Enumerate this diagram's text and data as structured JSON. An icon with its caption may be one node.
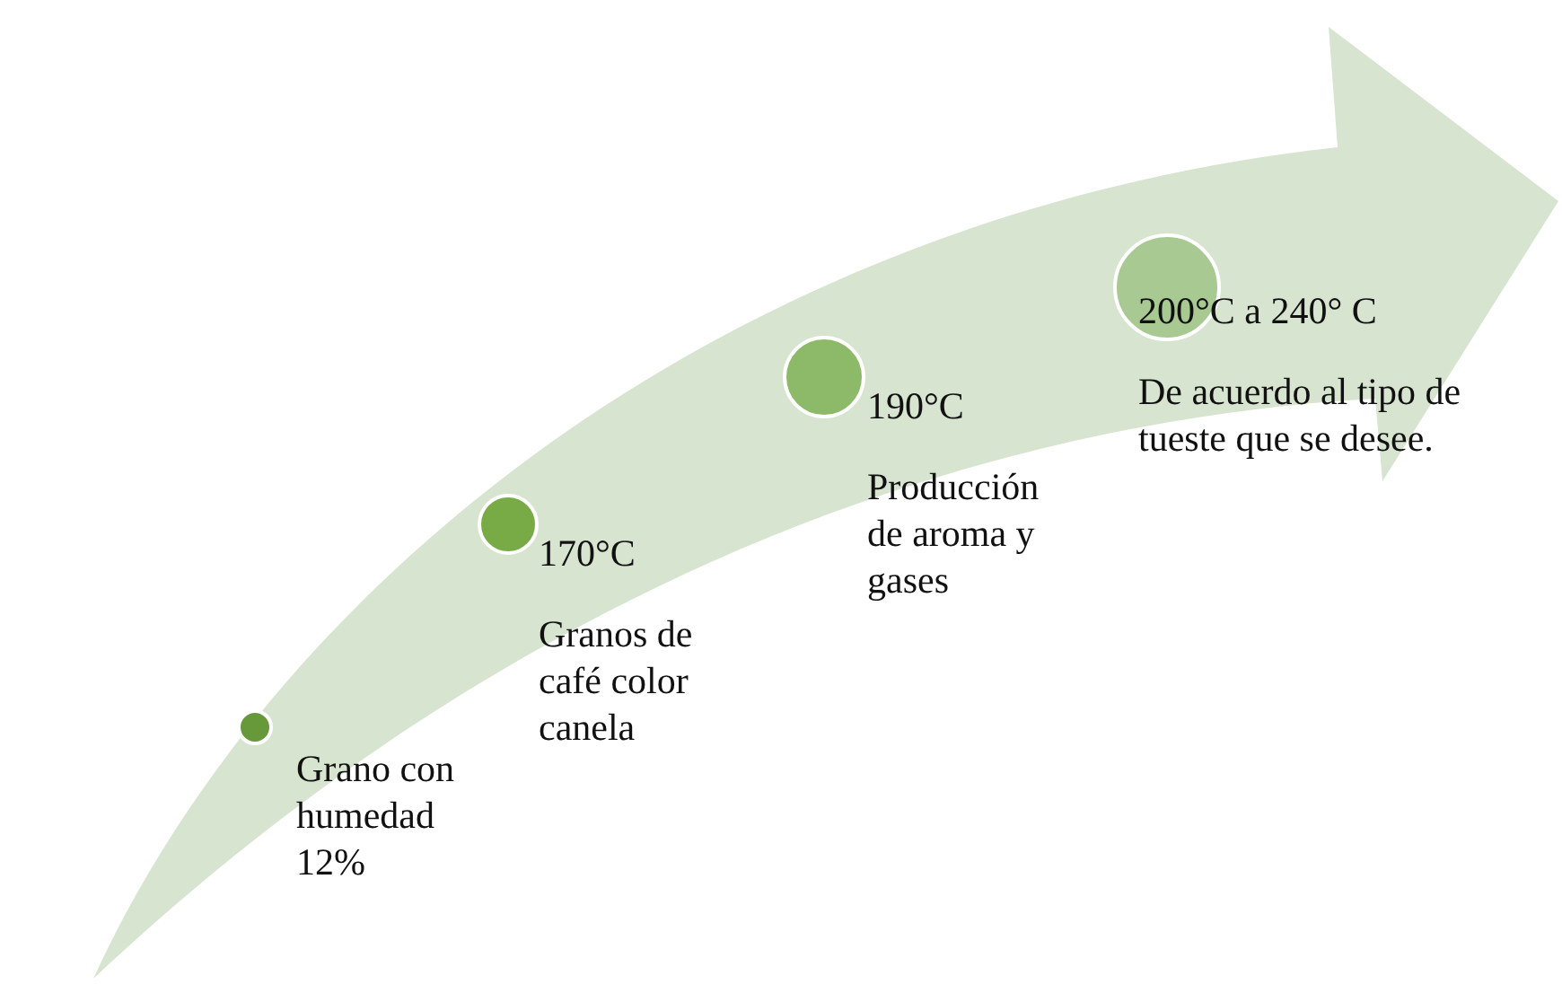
{
  "diagram": {
    "nodes": [
      {
        "text": [],
        "shape": "circle",
        "beside": [
          "Grano con humedad 12%"
        ]
      },
      {
        "text": [],
        "shape": "circle",
        "beside": [
          "170°C",
          "Granos de café color canela"
        ]
      },
      {
        "text": [],
        "shape": "circle",
        "beside": [
          "190°C",
          "Producción de aroma y gases"
        ]
      },
      {
        "text": [],
        "shape": "circle",
        "beside": [
          "200°C a 240° C",
          "De acuerdo al tipo de tueste que se desee."
        ]
      }
    ]
  }
}
